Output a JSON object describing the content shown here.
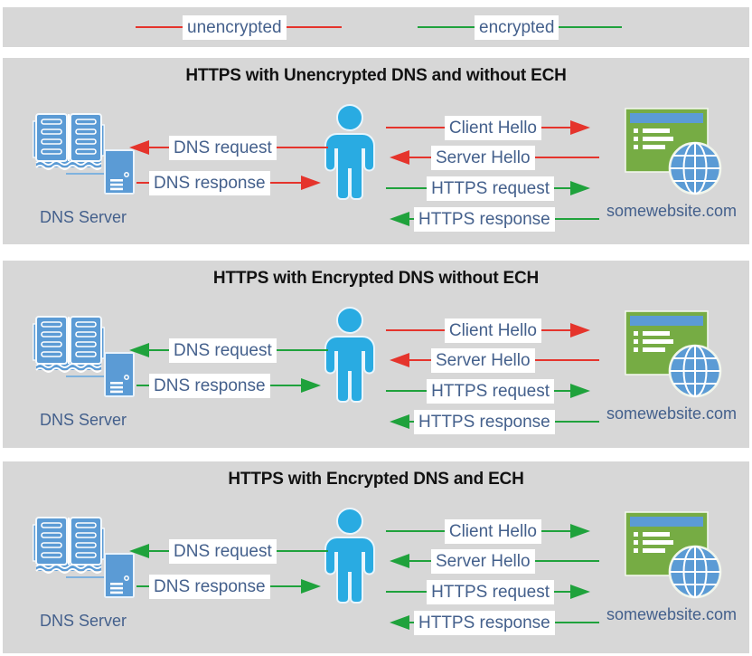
{
  "colors": {
    "red": "#e5342c",
    "green": "#1fa23c",
    "panel_bg": "#d7d7d7",
    "label_text": "#44608c",
    "title_text": "#121212",
    "person_blue": "#29abe2",
    "icon_blue": "#5b9bd5",
    "site_green": "#76ac44"
  },
  "legend": {
    "items": [
      {
        "label": "unencrypted",
        "color": "red"
      },
      {
        "label": "encrypted",
        "color": "green"
      }
    ]
  },
  "entities": {
    "dns_server_label": "DNS Server",
    "website_label": "somewebsite.com"
  },
  "panels": [
    {
      "title": "HTTPS with Unencrypted DNS and without ECH",
      "arrows": {
        "dns_request": {
          "label": "DNS request",
          "color": "red",
          "direction": "left"
        },
        "dns_response": {
          "label": "DNS response",
          "color": "red",
          "direction": "right"
        },
        "client_hello": {
          "label": "Client Hello",
          "color": "red",
          "direction": "right"
        },
        "server_hello": {
          "label": "Server Hello",
          "color": "red",
          "direction": "left"
        },
        "https_request": {
          "label": "HTTPS request",
          "color": "green",
          "direction": "right"
        },
        "https_response": {
          "label": "HTTPS response",
          "color": "green",
          "direction": "left"
        }
      }
    },
    {
      "title": "HTTPS with Encrypted DNS without ECH",
      "arrows": {
        "dns_request": {
          "label": "DNS request",
          "color": "green",
          "direction": "left"
        },
        "dns_response": {
          "label": "DNS response",
          "color": "green",
          "direction": "right"
        },
        "client_hello": {
          "label": "Client Hello",
          "color": "red",
          "direction": "right"
        },
        "server_hello": {
          "label": "Server Hello",
          "color": "red",
          "direction": "left"
        },
        "https_request": {
          "label": "HTTPS request",
          "color": "green",
          "direction": "right"
        },
        "https_response": {
          "label": "HTTPS response",
          "color": "green",
          "direction": "left"
        }
      }
    },
    {
      "title": "HTTPS with Encrypted DNS and ECH",
      "arrows": {
        "dns_request": {
          "label": "DNS request",
          "color": "green",
          "direction": "left"
        },
        "dns_response": {
          "label": "DNS response",
          "color": "green",
          "direction": "right"
        },
        "client_hello": {
          "label": "Client Hello",
          "color": "green",
          "direction": "right"
        },
        "server_hello": {
          "label": "Server Hello",
          "color": "green",
          "direction": "left"
        },
        "https_request": {
          "label": "HTTPS request",
          "color": "green",
          "direction": "right"
        },
        "https_response": {
          "label": "HTTPS response",
          "color": "green",
          "direction": "left"
        }
      }
    }
  ]
}
